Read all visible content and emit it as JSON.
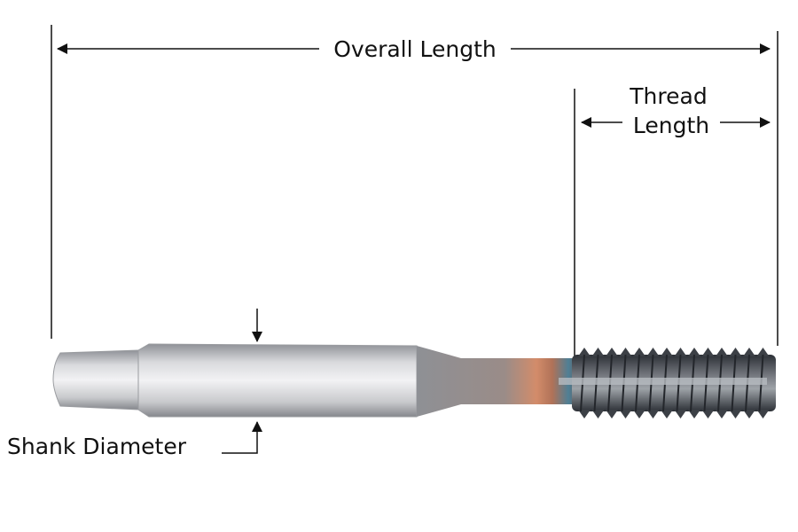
{
  "labels": {
    "overall_length": "Overall Length",
    "thread_line1": "Thread",
    "thread_line2": "Length",
    "shank_diameter": "Shank Diameter"
  },
  "colors": {
    "line": "#111111",
    "steel_light": "#e4e5e8",
    "steel_dark": "#8d8f95",
    "coating_copper": "#c27a5a",
    "coating_blue": "#4a6d80",
    "thread": "#3c4046"
  }
}
